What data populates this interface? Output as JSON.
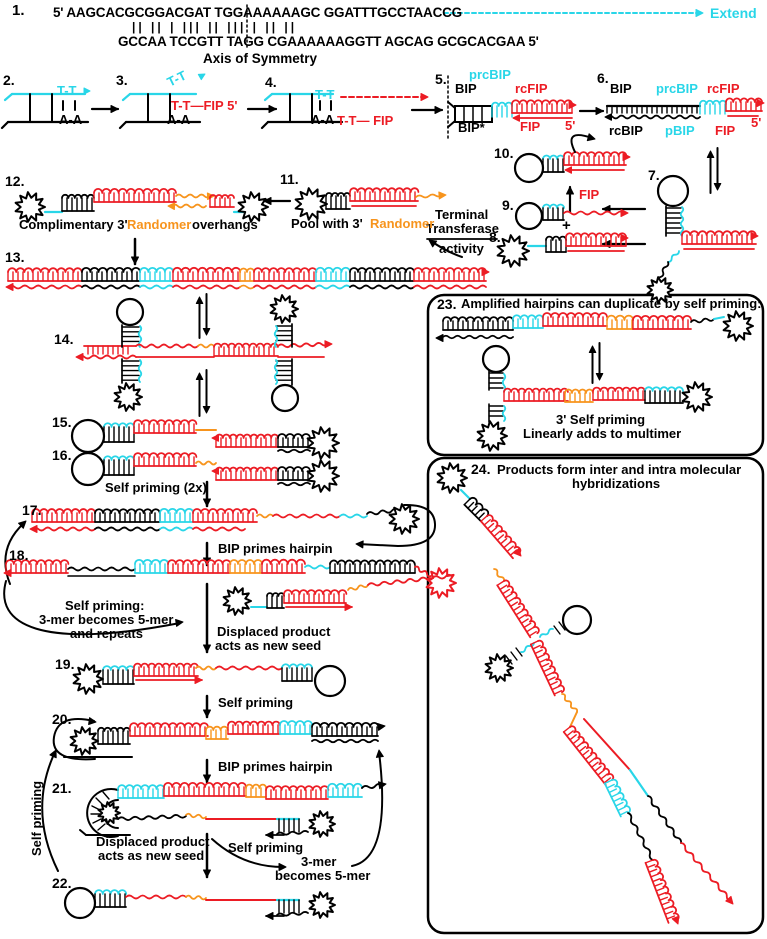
{
  "figure_title": "Hairpin self-priming DNA amplification mechanism",
  "colors": {
    "red": "#EC1C24",
    "cyan": "#29D6E8",
    "orange": "#F7941D",
    "black": "#000000"
  },
  "sequence": {
    "top": "5' AAGCACGCGGACGAT TGGAAAAAAGC GGATTTGCCTAACCG",
    "extend": "Extend",
    "pairs": "|| || |  ||| ||   ||| |  || ||",
    "bottom": "GCCAA TCCGTT TAGG CGAAAAAAGGTT AGCAG GCGCACGAA  5'",
    "axis": "Axis of Symmetry"
  },
  "steps": {
    "s1": "1.",
    "s2": "2.",
    "s3": "3.",
    "s4": "4.",
    "s5": "5.",
    "s6": "6.",
    "s7": "7.",
    "s8": "8.",
    "s9": "9.",
    "s10": "10.",
    "s11": "11.",
    "s12": "12.",
    "s13": "13.",
    "s14": "14.",
    "s15": "15.",
    "s16": "16.",
    "s17": "17.",
    "s18": "18.",
    "s19": "19.",
    "s20": "20.",
    "s21": "21.",
    "s22": "22.",
    "s23": "23.",
    "s24": "24."
  },
  "labels": {
    "tt": "T-T",
    "aa": "A-A",
    "tt_fip5": "T-T—FIP 5'",
    "tt_fip": "T-T— FIP",
    "bip": "BIP",
    "prcbip": "prcBIP",
    "rcfip": "rcFIP",
    "bipstar": "BIP*",
    "fip": "FIP",
    "five_prime": "5'",
    "rcbip": "rcBIP",
    "pbip": "pBIP",
    "plus": "+",
    "terminal": "Terminal",
    "transferase": "Transferase",
    "activity": "activity",
    "pool": "Pool with 3'",
    "randomer": "Randomer",
    "comp_a": "Complimentary 3'",
    "comp_b": "overhangs",
    "self_priming_2x": "Self priming (2x)",
    "bip_primes": "BIP primes hairpin",
    "self_priming": "Self priming",
    "sp_line1": "Self priming:",
    "sp_line2": "3-mer becomes 5-mer",
    "sp_line3": "and repeats",
    "displaced_1": "Displaced product",
    "displaced_2": "acts as new seed",
    "three_mer": "3-mer",
    "becomes": "becomes 5-mer",
    "box23_title": "Amplified hairpins can duplicate by self priming:",
    "box23_l1": "3' Self priming",
    "box23_l2": "Linearly adds to multimer",
    "box24_l1": "Products form inter and intra molecular",
    "box24_l2": "hybridizations"
  }
}
